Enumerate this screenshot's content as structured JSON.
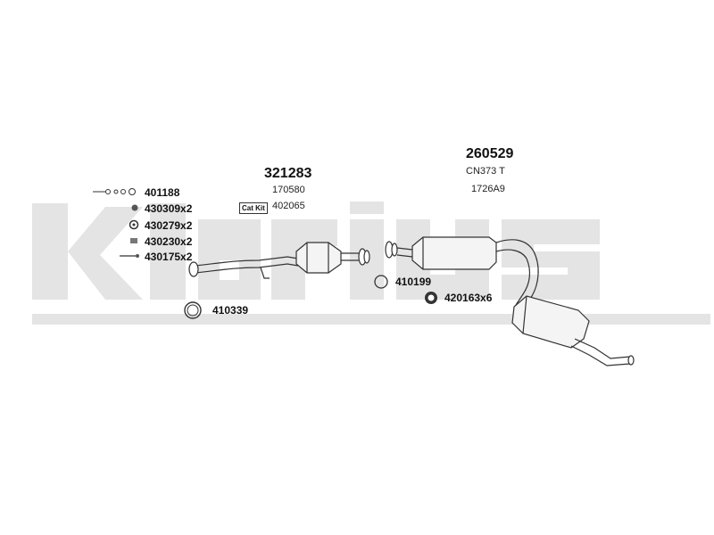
{
  "watermark": {
    "text": "klarius",
    "color": "#e3e3e3"
  },
  "hardware": [
    {
      "part": "401188"
    },
    {
      "part": "430309x2"
    },
    {
      "part": "430279x2"
    },
    {
      "part": "430230x2"
    },
    {
      "part": "430175x2"
    }
  ],
  "gasket_front": {
    "part": "410339"
  },
  "catalyst": {
    "part": "321283",
    "sub_1": "170580",
    "cat_kit_label": "Cat Kit",
    "cat_kit_part": "402065"
  },
  "rear_section": {
    "part": "260529",
    "sub_1": "CN373 T",
    "sub_2": "1726A9"
  },
  "mid_gasket": {
    "part": "410199"
  },
  "mount": {
    "part": "420163x6"
  }
}
